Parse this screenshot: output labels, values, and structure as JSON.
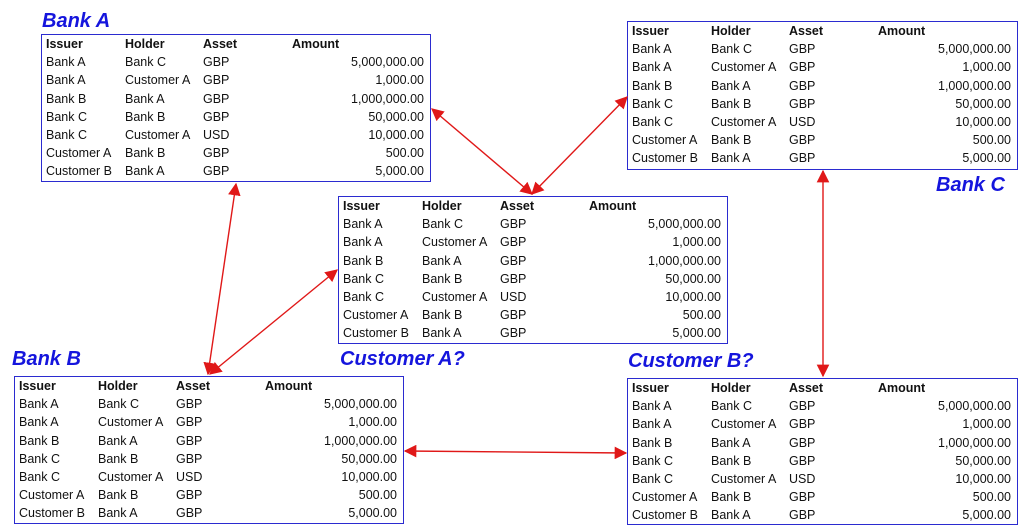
{
  "columns": [
    "Issuer",
    "Holder",
    "Asset",
    "Amount"
  ],
  "rows": [
    [
      "Bank A",
      "Bank C",
      "GBP",
      "5,000,000.00"
    ],
    [
      "Bank A",
      "Customer A",
      "GBP",
      "1,000.00"
    ],
    [
      "Bank B",
      "Bank A",
      "GBP",
      "1,000,000.00"
    ],
    [
      "Bank C",
      "Bank B",
      "GBP",
      "50,000.00"
    ],
    [
      "Bank C",
      "Customer A",
      "USD",
      "10,000.00"
    ],
    [
      "Customer A",
      "Bank B",
      "GBP",
      "500.00"
    ],
    [
      "Customer B",
      "Bank A",
      "GBP",
      "5,000.00"
    ]
  ],
  "nodes": {
    "bank_a": "Bank A",
    "bank_b": "Bank B",
    "bank_c": "Bank C",
    "customer_a": "Customer A?",
    "customer_b": "Customer B?"
  },
  "colors": {
    "label": "#1515dd",
    "border": "#2b2bd0",
    "arrow": "#e01818"
  }
}
